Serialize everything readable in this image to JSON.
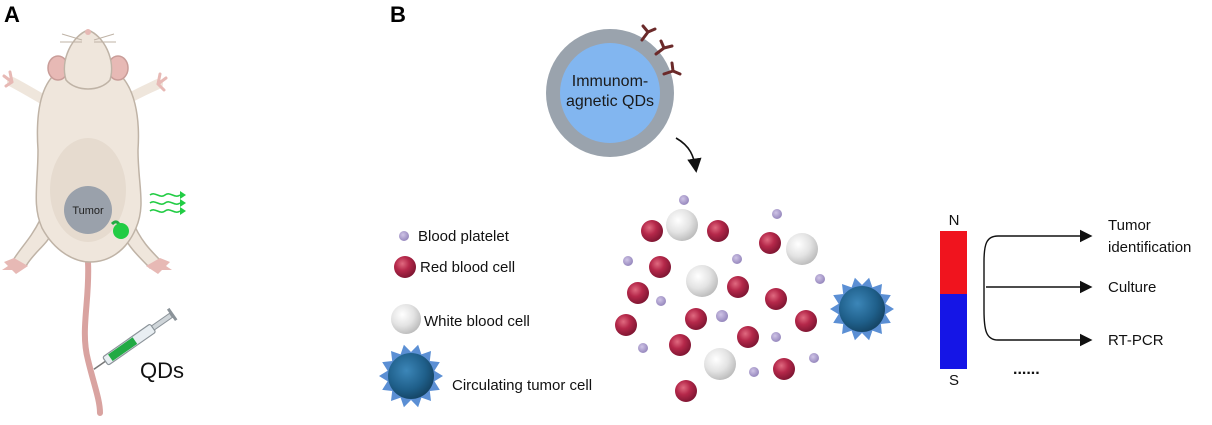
{
  "panels": {
    "a_label": "A",
    "b_label": "B"
  },
  "panel_a": {
    "tumor_label": "Tumor",
    "injection_label": "QDs"
  },
  "panel_b": {
    "probe_label_line1": "Immunom-",
    "probe_label_line2": "agnetic QDs",
    "legend": {
      "platelet": "Blood platelet",
      "red_cell": "Red blood cell",
      "white_cell": "White blood cell",
      "ctc": "Circulating tumor cell"
    },
    "magnet": {
      "north": "N",
      "south": "S"
    },
    "outputs": {
      "tumor_line1": "Tumor",
      "tumor_line2": "identification",
      "culture": "Culture",
      "rtpcr": "RT-PCR",
      "more": "......"
    }
  },
  "colors": {
    "red_cell": "#a3203e",
    "white_cell": "#dcdcdc",
    "platelet": "#a99acb",
    "ctc_core": "#1f5f8a",
    "ctc_spikes": "#5b8fd4",
    "probe_shell": "#9aa3ad",
    "probe_core": "#82b6f0",
    "antibody": "#6b2a2a",
    "magnet_north": "#f0141e",
    "magnet_south": "#1515e6",
    "fluorescence": "#22cc44"
  }
}
